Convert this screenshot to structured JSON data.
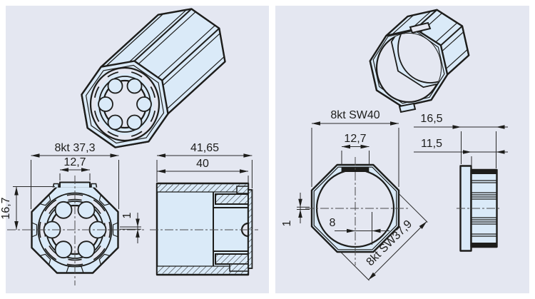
{
  "drawing": {
    "colors": {
      "page_background": "#ffffff",
      "panel_background": "#e4e7f1",
      "part_fill": "#daeaf8",
      "line_color": "#1d1d1b"
    },
    "left_part": {
      "front_view": {
        "width_across_flats": "8kt 37,3",
        "tab_width": "12,7",
        "height_to_center": "16,7",
        "wall_thickness": "1"
      },
      "section_view": {
        "total_length": "41,65",
        "body_length": "40"
      }
    },
    "right_part": {
      "front_view": {
        "width_across_flats": "8kt SW40",
        "tab_width": "12,7",
        "wall_thickness": "1",
        "slot_offset": "8",
        "inner_across_flats": "8kt SW37,9"
      },
      "side_view": {
        "total_depth": "16,5",
        "body_depth": "11,5"
      }
    }
  }
}
